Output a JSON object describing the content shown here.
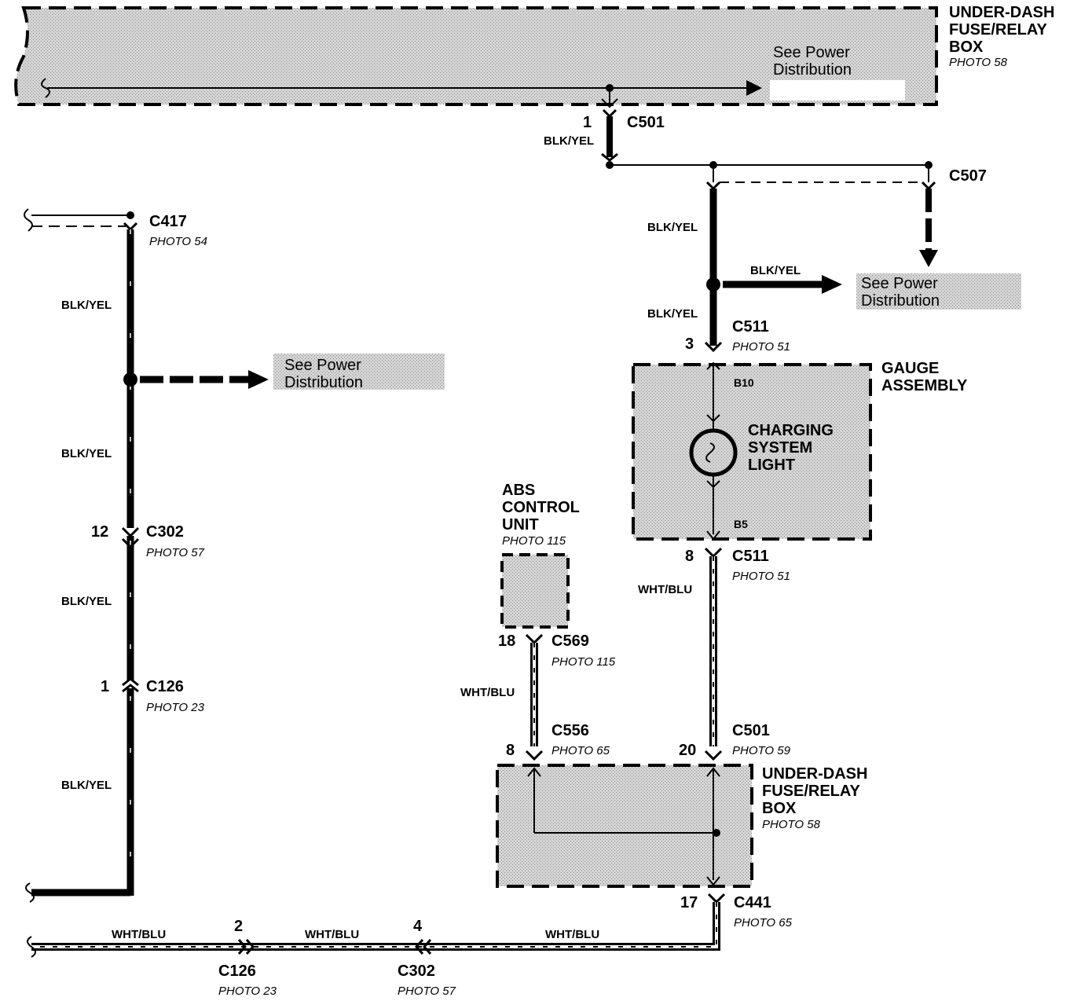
{
  "components": {
    "fuse_box_top": {
      "line1": "UNDER-DASH",
      "line2": "FUSE/RELAY",
      "line3": "BOX",
      "photo": "PHOTO 58"
    },
    "fuse_box_bottom": {
      "line1": "UNDER-DASH",
      "line2": "FUSE/RELAY",
      "line3": "BOX",
      "photo": "PHOTO 58"
    },
    "gauge": {
      "line1": "GAUGE",
      "line2": "ASSEMBLY"
    },
    "charging_light": {
      "line1": "CHARGING",
      "line2": "SYSTEM",
      "line3": "LIGHT"
    },
    "abs": {
      "line1": "ABS",
      "line2": "CONTROL",
      "line3": "UNIT",
      "photo": "PHOTO 115"
    }
  },
  "see_power": {
    "top": {
      "line1": "See Power",
      "line2": "Distribution"
    },
    "right": {
      "line1": "See Power",
      "line2": "Distribution"
    },
    "left": {
      "line1": "See Power",
      "line2": "Distribution"
    }
  },
  "connectors": {
    "c501_top": {
      "name": "C501",
      "pin": "1"
    },
    "c507": {
      "name": "C507"
    },
    "c417": {
      "name": "C417",
      "photo": "PHOTO 54"
    },
    "c511_top": {
      "name": "C511",
      "pin": "3",
      "photo": "PHOTO 51"
    },
    "c511_bot": {
      "name": "C511",
      "pin": "8",
      "photo": "PHOTO 51"
    },
    "c302_left": {
      "name": "C302",
      "pin": "12",
      "photo": "PHOTO 57"
    },
    "c126_left": {
      "name": "C126",
      "pin": "1",
      "photo": "PHOTO 23"
    },
    "c569": {
      "name": "C569",
      "pin": "18",
      "photo": "PHOTO 115"
    },
    "c556": {
      "name": "C556",
      "pin": "8",
      "photo": "PHOTO 65"
    },
    "c501_bot": {
      "name": "C501",
      "pin": "20",
      "photo": "PHOTO 59"
    },
    "c441": {
      "name": "C441",
      "pin": "17",
      "photo": "PHOTO 65"
    },
    "c126_bot": {
      "name": "C126",
      "pin": "2",
      "photo": "PHOTO 23"
    },
    "c302_bot": {
      "name": "C302",
      "pin": "4",
      "photo": "PHOTO 57"
    }
  },
  "gauge_pins": {
    "top": "B10",
    "bottom": "B5"
  },
  "wires": {
    "blk_yel": "BLK/YEL",
    "wht_blu": "WHT/BLU"
  }
}
